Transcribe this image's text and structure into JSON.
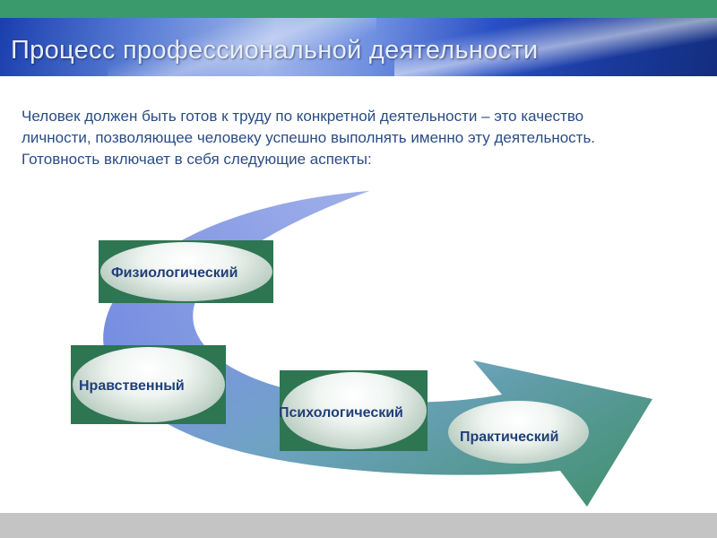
{
  "header": {
    "title": "Процесс профессиональной деятельности"
  },
  "intro": {
    "lines": [
      "Человек должен быть готов к труду по конкретной деятельности – это качество",
      "личности, позволяющее человеку успешно выполнять именно эту деятельность.",
      "Готовность включает в себя следующие аспекты:"
    ]
  },
  "diagram": {
    "aspects": [
      {
        "label": "Физиологический"
      },
      {
        "label": "Нравственный"
      },
      {
        "label": "Психологический"
      },
      {
        "label": "Практический"
      }
    ]
  },
  "colors": {
    "top_bar": "#3a9a6c",
    "title_text": "#e6eef8",
    "intro_text": "#2a4c86",
    "box_fill": "#2e7552",
    "label_text": "#1f3f78",
    "arrow_start": "#4a63d8",
    "arrow_end": "#3f8f6a",
    "bottom_bar": "#c4c4c4"
  }
}
